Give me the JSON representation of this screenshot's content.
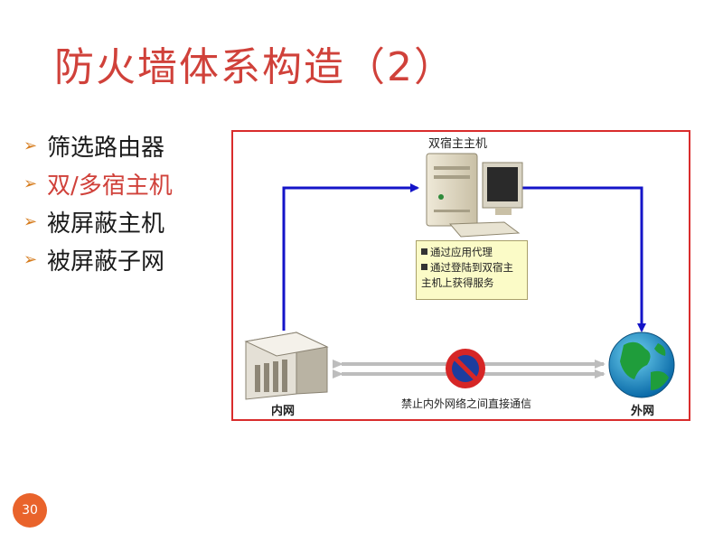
{
  "slide": {
    "title": "防火墙体系构造（2）",
    "page_number": "30"
  },
  "bullets": [
    {
      "label": "筛选路由器",
      "active": false
    },
    {
      "label": "双/多宿主机",
      "active": true
    },
    {
      "label": "被屏蔽主机",
      "active": false
    },
    {
      "label": "被屏蔽子网",
      "active": false
    }
  ],
  "diagram": {
    "host_label": "双宿主主机",
    "inner_label": "内网",
    "outer_label": "外网",
    "forbid_label": "禁止内外网络之间直接通信",
    "note_items": [
      "通过应用代理",
      "通过登陆到双宿主",
      "主机上获得服务"
    ]
  },
  "colors": {
    "title": "#d0413a",
    "active_bullet": "#d0413a",
    "arrow_bullet": "#d67c1e",
    "frame": "#d92c2c",
    "flow_arrow": "#1414c8",
    "forbid_sign": "#d62626",
    "page_badge": "#e9632b"
  }
}
